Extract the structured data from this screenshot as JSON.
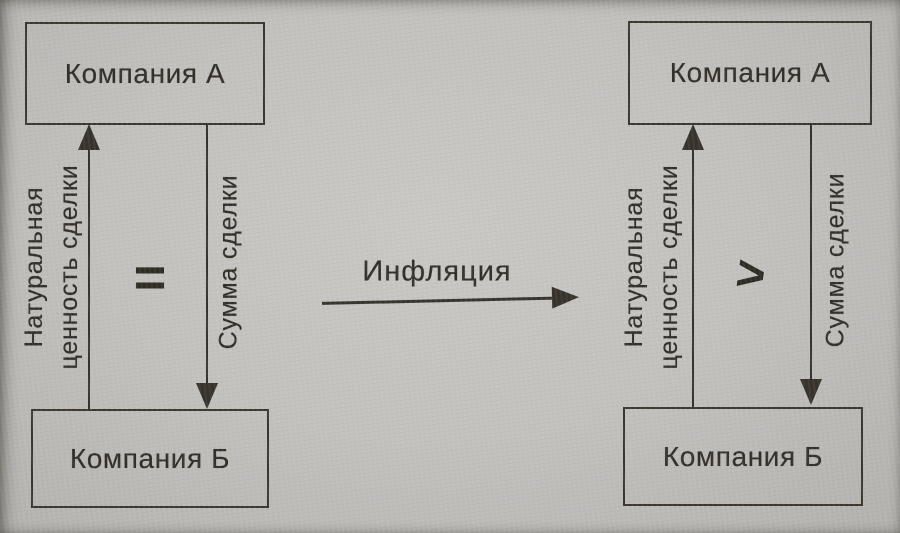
{
  "page": {
    "type": "scanned-book-diagram",
    "colors": {
      "paper": "#c2c1be",
      "ink": "#37332c"
    }
  },
  "left_diagram": {
    "company_top": "Компания А",
    "company_bottom": "Компания Б",
    "up_arrow_label_line1": "Натуральная",
    "up_arrow_label_line2": "ценность сделки",
    "down_arrow_label": "Сумма сделки",
    "relation_symbol": "="
  },
  "transition": {
    "label": "Инфляция"
  },
  "right_diagram": {
    "company_top": "Компания А",
    "company_bottom": "Компания Б",
    "up_arrow_label_line1": "Натуральная",
    "up_arrow_label_line2": "ценность сделки",
    "down_arrow_label": "Сумма сделки",
    "relation_symbol": ">"
  }
}
